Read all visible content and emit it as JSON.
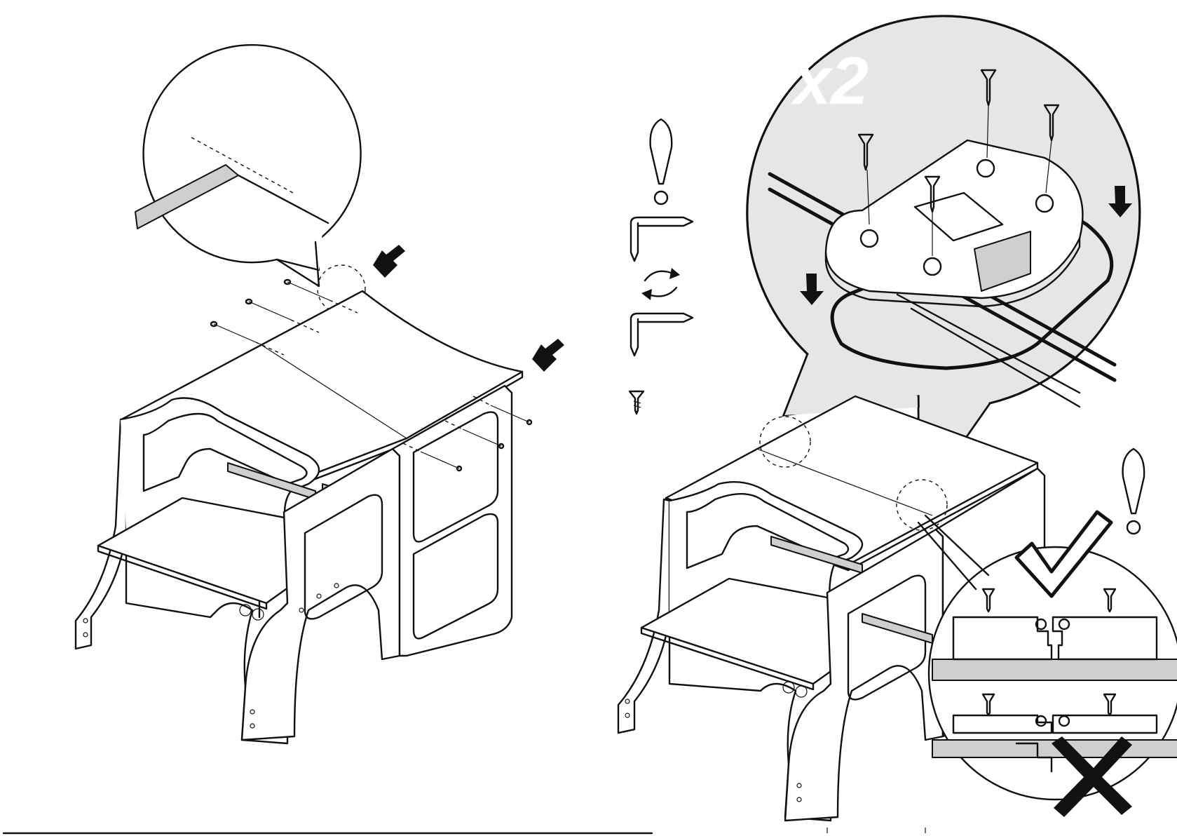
{
  "steps": [
    {
      "id": "step-left",
      "callouts": [
        "edge-detail",
        "flush-top-detail"
      ],
      "arrows": 2,
      "screws_shown": 6
    },
    {
      "id": "step-right",
      "callouts": [
        "connector-plate-detail",
        "correct-vs-wrong-detail"
      ],
      "screws_shown": 4
    }
  ],
  "magnifier": {
    "count_label": "x2"
  },
  "tool_column": {
    "icons": [
      "warning-icon",
      "screwdriver-icon",
      "rotate-arrows-icon",
      "screwdriver-icon",
      "screw-icon"
    ]
  },
  "verdicts": {
    "correct": "check-mark-icon",
    "wrong": "x-mark-icon"
  },
  "colors": {
    "line": "#111111",
    "fill_grey": "#cfcfcf",
    "callout_grey": "#e6e6e6",
    "background": "#ffffff"
  }
}
